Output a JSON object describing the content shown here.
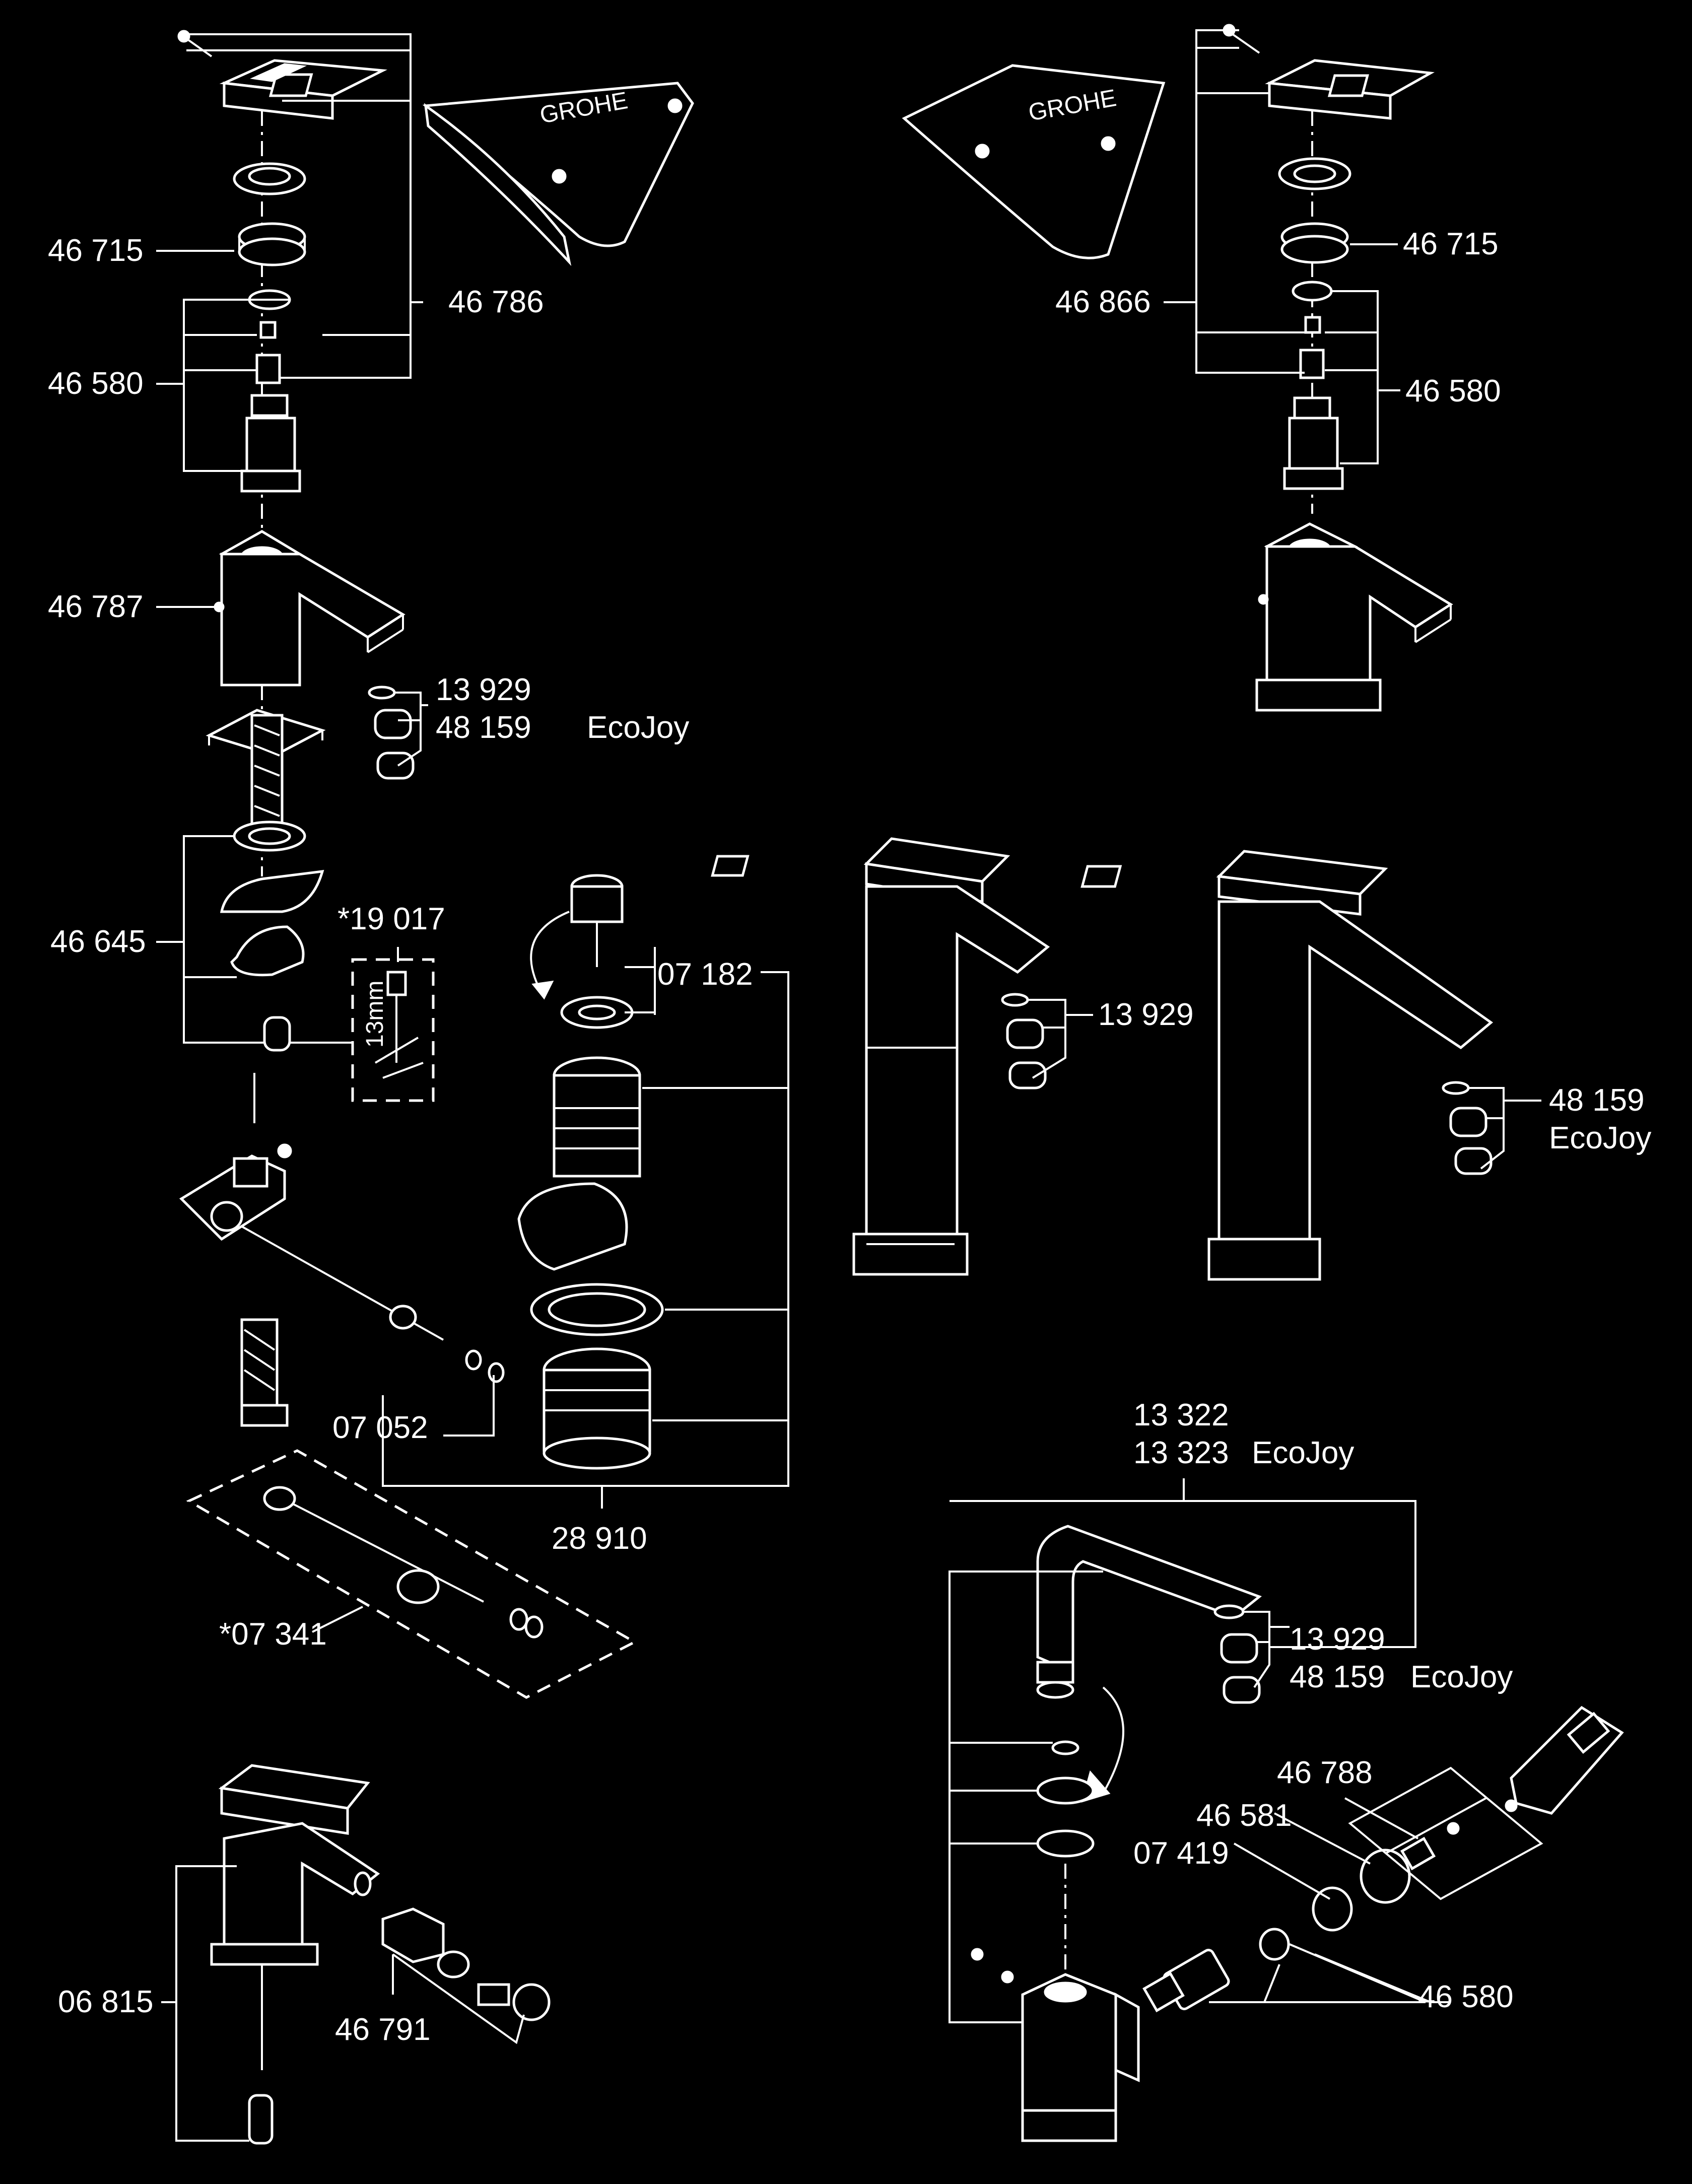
{
  "labels": {
    "p46715_l": "46 715",
    "p46786": "46 786",
    "p46580_l": "46 580",
    "p46787": "46 787",
    "p13929_a": "13 929",
    "p48159_a": "48 159",
    "ecojoy_a": "EcoJoy",
    "p46645": "46 645",
    "p19017": "*19 017",
    "mm13": "13mm",
    "p07182": "07 182",
    "p07052": "07 052",
    "p28910": "28 910",
    "p07341": "*07 341",
    "p06815": "06 815",
    "p46791": "46 791",
    "p46715_r": "46 715",
    "p46866": "46 866",
    "p46580_r": "46 580",
    "p13929_b": "13 929",
    "p48159_b": "48 159",
    "ecojoy_b": "EcoJoy",
    "p13322": "13 322",
    "p13323": "13 323",
    "ecojoy_c": "EcoJoy",
    "p13929_c": "13 929",
    "p48159_c": "48 159",
    "ecojoy_d": "EcoJoy",
    "p46788": "46 788",
    "p46581": "46 581",
    "p07419": "07 419",
    "p46580_b": "46 580"
  },
  "logo_text": "GROHE"
}
